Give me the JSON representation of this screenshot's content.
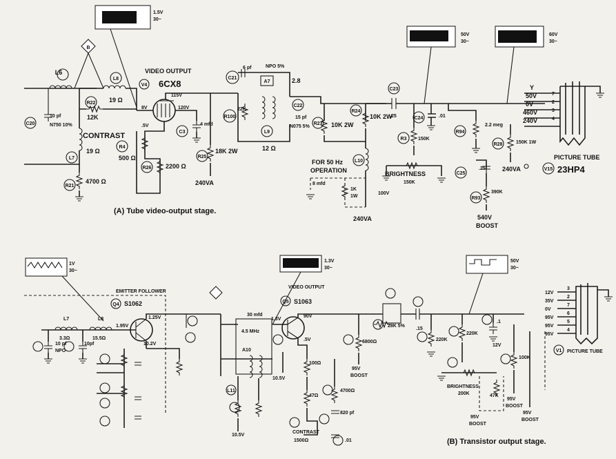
{
  "top": {
    "caption": "(A) Tube video-output stage.",
    "stage_label": "VIDEO OUTPUT",
    "tube_ref": "V4",
    "tube_type": "6CX8",
    "contrast": "CONTRAST",
    "brightness": "BRIGHTNESS",
    "for_50hz": "FOR 50 Hz",
    "operation": "OPERATION",
    "npo": "NPO 5%",
    "picture_tube": "PICTURE TUBE",
    "picture_tube_ref": "V15",
    "picture_tube_type": "23HP4",
    "osc": [
      {
        "volts": "1.5V",
        "freq": "30~"
      },
      {
        "volts": "50V",
        "freq": "30~"
      },
      {
        "volts": "60V",
        "freq": "30~"
      }
    ],
    "components": {
      "L6": "L6",
      "L8": "L8",
      "L7": "L7",
      "R22": "R22",
      "R4": "R4",
      "R26": "R26",
      "R21": "R21",
      "R25": "R25",
      "C20": "C20",
      "C21": "C21",
      "C22": "C22",
      "C3": "C3",
      "A7": "A7",
      "L9": "L9",
      "R100": "R100",
      "R23": "R23",
      "R24": "R24",
      "C23": "C23",
      "L10": "L10",
      "C24": "C24",
      "R3": "R3",
      "R94": "R94",
      "R28": "R28",
      "C25": "C25",
      "R93": "R93"
    },
    "values": {
      "c20": "10 pf",
      "c20b": "N750 10%",
      "r22": "12K",
      "l8": "19 Ω",
      "l7": "19 Ω",
      "r4": "500 Ω",
      "r26": "2200 Ω",
      "r21": "4700 Ω",
      "c3": "4 mfd",
      "r25": "18K 2W",
      "v240a": "240VA",
      "c21": "6 pf",
      "r100": "22K",
      "l9": "12 Ω",
      "c22": "15 pf",
      "c22b": "N075 5%",
      "l9b": "2.8",
      "r23": "10K 2W",
      "r24": "10K 2W",
      "c23": ".25",
      "c24": ".01",
      "r3": "150K",
      "r3b": "150K",
      "r94": "2.2 meg",
      "r28": "150K 1W",
      "c25": ".25",
      "r93": "390K",
      "v540": "540V",
      "boost": "BOOST",
      "v100": "100V",
      "v240b": "240VA",
      "v240c": "240VA",
      "mfd8": "8 mfd",
      "k1": "1K",
      "w1": "1W",
      "v8": "8V",
      "v5": ".5V",
      "v115": "115V",
      "v120": "120V"
    },
    "pt_pins": [
      {
        "volts": "Y",
        "pin": ""
      },
      {
        "volts": "50V",
        "pin": "7"
      },
      {
        "volts": "0V",
        "pin": "2"
      },
      {
        "volts": "460V",
        "pin": "3"
      },
      {
        "volts": "240V",
        "pin": "4"
      }
    ]
  },
  "bottom": {
    "caption": "(B) Transistor output stage.",
    "emitter_follower": "EMITTER FOLLOWER",
    "q4_ref": "Q4",
    "q4_type": "S1062",
    "video_output": "VIDEO OUTPUT",
    "q5_ref": "Q5",
    "q5_type": "S1063",
    "contrast": "CONTRAST",
    "brightness": "BRIGHTNESS",
    "picture_tube": "PICTURE TUBE",
    "picture_tube_ref": "V1",
    "osc": [
      {
        "volts": "1V",
        "freq": "30~"
      },
      {
        "volts": "1.3V",
        "freq": "30~"
      },
      {
        "volts": "50V",
        "freq": "30~"
      }
    ],
    "voltages": {
      "v195": "1.95V",
      "v125": "1.25V",
      "v102": "10.2V",
      "v13": "1.3V",
      "v90": "90V",
      "v5": ".5V",
      "v105a": "10.5V",
      "v105b": "10.5V",
      "boost95a": "95V",
      "boost": "BOOST",
      "v12": "12V",
      "v95b": "95V",
      "v95c": "95V",
      "v95d": "95V"
    },
    "values": {
      "l7": "L7",
      "l8": "L8",
      "c10": "10 pf",
      "c10b": "10pf",
      "npo": "NPO",
      "ohm33": "3.3Ω",
      "ohm15": "15.5Ω",
      "a10": "A10",
      "l11": "L11",
      "r44": "28K 5%",
      "c51": ".15",
      "r46": "220K",
      "c60": ".1",
      "r47": "100K",
      "k47": "47K",
      "brightness_r": "200K",
      "contrast_r": "1500Ω",
      "c57": ".01",
      "c56": "820 pf",
      "r39": "100Ω",
      "r40": "47Ω",
      "r41": "4700Ω",
      "r42": "6800Ω",
      "r45": "220K",
      "mhz": "4.5 MHz",
      "c7": "30 mfd"
    },
    "pt_pins": [
      {
        "volts": "12V",
        "pin": "3"
      },
      {
        "volts": "35V",
        "pin": "2"
      },
      {
        "volts": "0V",
        "pin": "7"
      },
      {
        "volts": "95V",
        "pin": "6"
      },
      {
        "volts": "95V",
        "pin": "5"
      },
      {
        "volts": "95V",
        "pin": "4"
      }
    ]
  }
}
